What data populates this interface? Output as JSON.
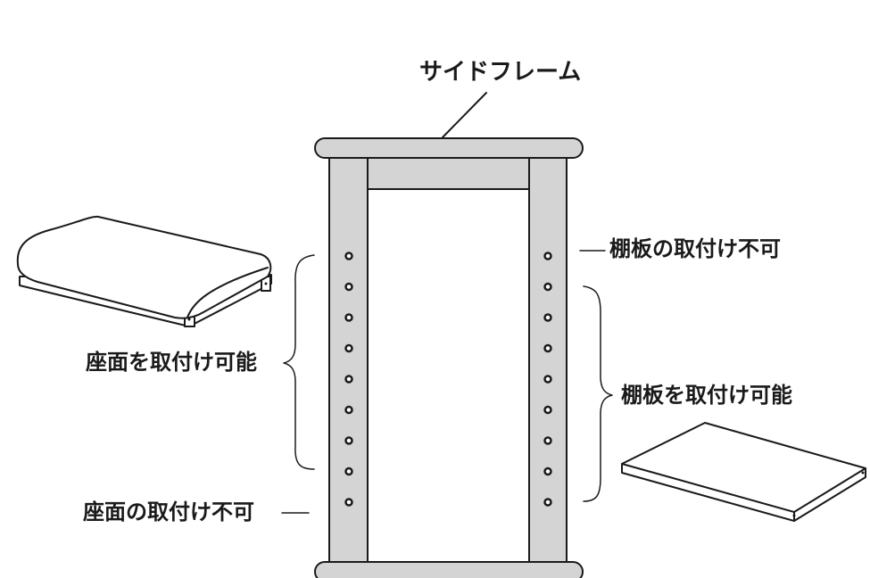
{
  "labels": {
    "side_frame": "サイドフレーム",
    "shelf_not_attachable": "棚板の取付け不可",
    "seat_attachable": "座面を取付け可能",
    "shelf_attachable": "棚板を取付け可能",
    "seat_not_attachable": "座面の取付け不可"
  },
  "frame": {
    "holes_per_side": 9
  },
  "colors": {
    "frame_fill": "#d4d4d4",
    "stroke": "#1a1a1a",
    "background": "#ffffff"
  }
}
